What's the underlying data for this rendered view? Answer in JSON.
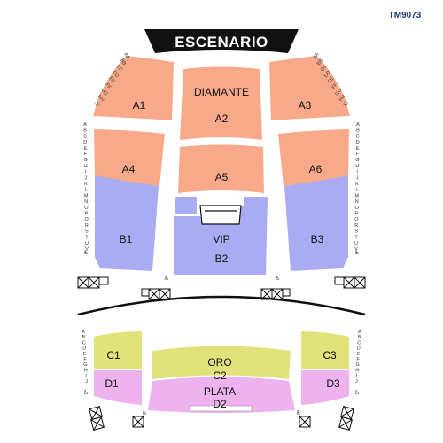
{
  "venue_code": "TM9073",
  "stage": "ESCENARIO",
  "colors": {
    "diamante": "#f8a98a",
    "vip": "#a9acf3",
    "oro": "#e2e27a",
    "plata": "#eeb2ee",
    "stage": "#111111",
    "aisle": "#ffffff"
  },
  "sections": {
    "A1": "A1",
    "A2": "A2",
    "A3": "A3",
    "A4": "A4",
    "A5": "A5",
    "A6": "A6",
    "B1": "B1",
    "B2": "B2",
    "B3": "B3",
    "C1": "C1",
    "C2": "C2",
    "C3": "C3",
    "D1": "D1",
    "D2": "D2",
    "D3": "D3"
  },
  "zones": {
    "diamante": "DIAMANTE",
    "vip": "VIP",
    "oro": "ORO",
    "plata": "PLATA"
  },
  "rows": {
    "upper_left_top": [
      "AA",
      "BB",
      "CC",
      "DD",
      "EE",
      "FF",
      "GG",
      "HH",
      "JJ"
    ],
    "upper_side": [
      "A",
      "B",
      "C",
      "D",
      "E",
      "F",
      "G",
      "H",
      "I",
      "J",
      "K",
      "L",
      "M",
      "N",
      "O",
      "P",
      "Q",
      "R",
      "S",
      "T",
      "U",
      "V"
    ],
    "lower_side": [
      "A",
      "B",
      "C",
      "D",
      "E",
      "F",
      "G",
      "H",
      "I",
      "J"
    ]
  },
  "icons": {
    "wheelchair": "♿",
    "exit": "exit-icon"
  }
}
